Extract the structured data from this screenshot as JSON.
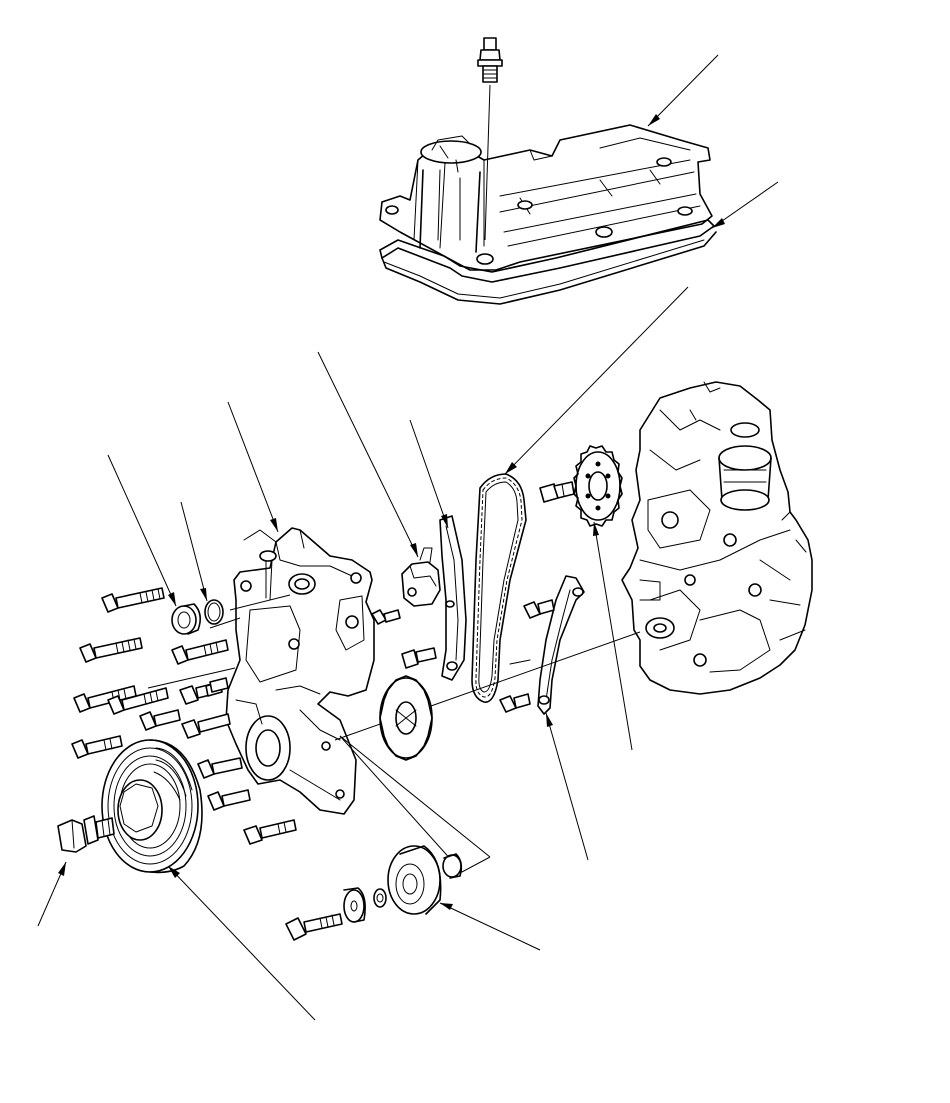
{
  "diagram": {
    "labels": [],
    "colors": {
      "ink": "#000000",
      "paper": "#ffffff"
    },
    "parts": [
      "valve-cover-bolt",
      "valve-cover",
      "valve-cover-gasket",
      "cam-chain",
      "cam-sprocket",
      "engine-block",
      "chain-tensioner",
      "tensioner-arm",
      "chain-guide",
      "crank-sprocket",
      "chain-case",
      "oil-seal-cap",
      "o-ring",
      "crank-pulley",
      "crank-bolt",
      "idler-pulley",
      "idler-collar",
      "idler-washer",
      "idler-bolt",
      "cover-bolts"
    ]
  }
}
